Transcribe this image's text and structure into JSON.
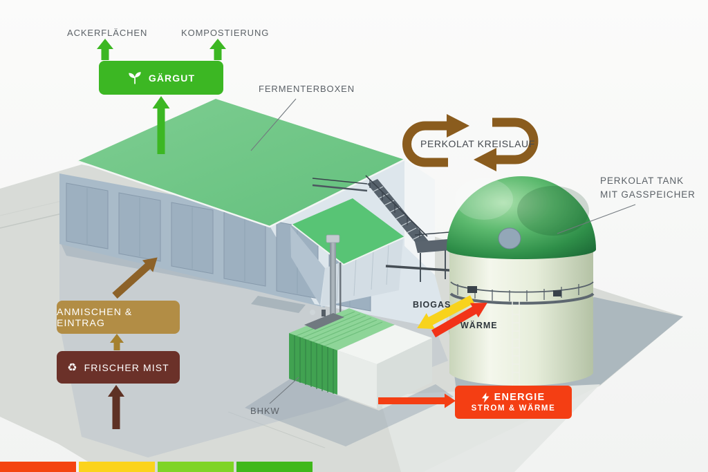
{
  "title": "Biogas plant process diagram",
  "labels": {
    "ackerflaechen": "ACKERFLÄCHEN",
    "kompostierung": "KOMPOSTIERUNG",
    "gaergut": "GÄRGUT",
    "fermenterboxen": "FERMENTERBOXEN",
    "perkolat_kreislauf": "PERKOLAT KREISLAUF",
    "perkolat_tank_line1": "PERKOLAT TANK",
    "perkolat_tank_line2": "MIT GASSPEICHER",
    "anmischen_eintrag": "ANMISCHEN & EINTRAG",
    "frischer_mist": "FRISCHER MIST",
    "biogas": "BIOGAS",
    "waerme": "WÄRME",
    "bhkw": "BHKW",
    "energie": "ENERGIE",
    "energie_sub": "STROM & WÄRME"
  },
  "icons": {
    "gaergut": "seedling-icon",
    "frischer_mist": "recycle-icon",
    "frischer_mist_glyph": "♻",
    "energie": "lightning-icon",
    "kreislauf": "cycle-arrows-icon"
  },
  "theme": {
    "green": "#3cb723",
    "roof_green": "#72c687",
    "roof_green_dark": "#5fbd79",
    "annex_green": "#58c475",
    "brown": "#8a5c1e",
    "tan": "#b28d45",
    "tan_arrow": "#a5812e",
    "dark_brown": "#6b3129",
    "maroon_arrow": "#5e3124",
    "yellow": "#f8d31c",
    "red": "#f23318",
    "energy_red": "#f43e13",
    "label_gray": "#5b6167",
    "dark_label": "#2e363c",
    "wall_blue": "#a9bbc9",
    "bar1": "#f44411",
    "bar2": "#fbd31d",
    "bar3": "#7fd426",
    "bar4": "#3fb81a"
  },
  "legend_bar": {
    "colors": [
      "#f44411",
      "#fbd31d",
      "#7fd426",
      "#3fb81a"
    ]
  }
}
